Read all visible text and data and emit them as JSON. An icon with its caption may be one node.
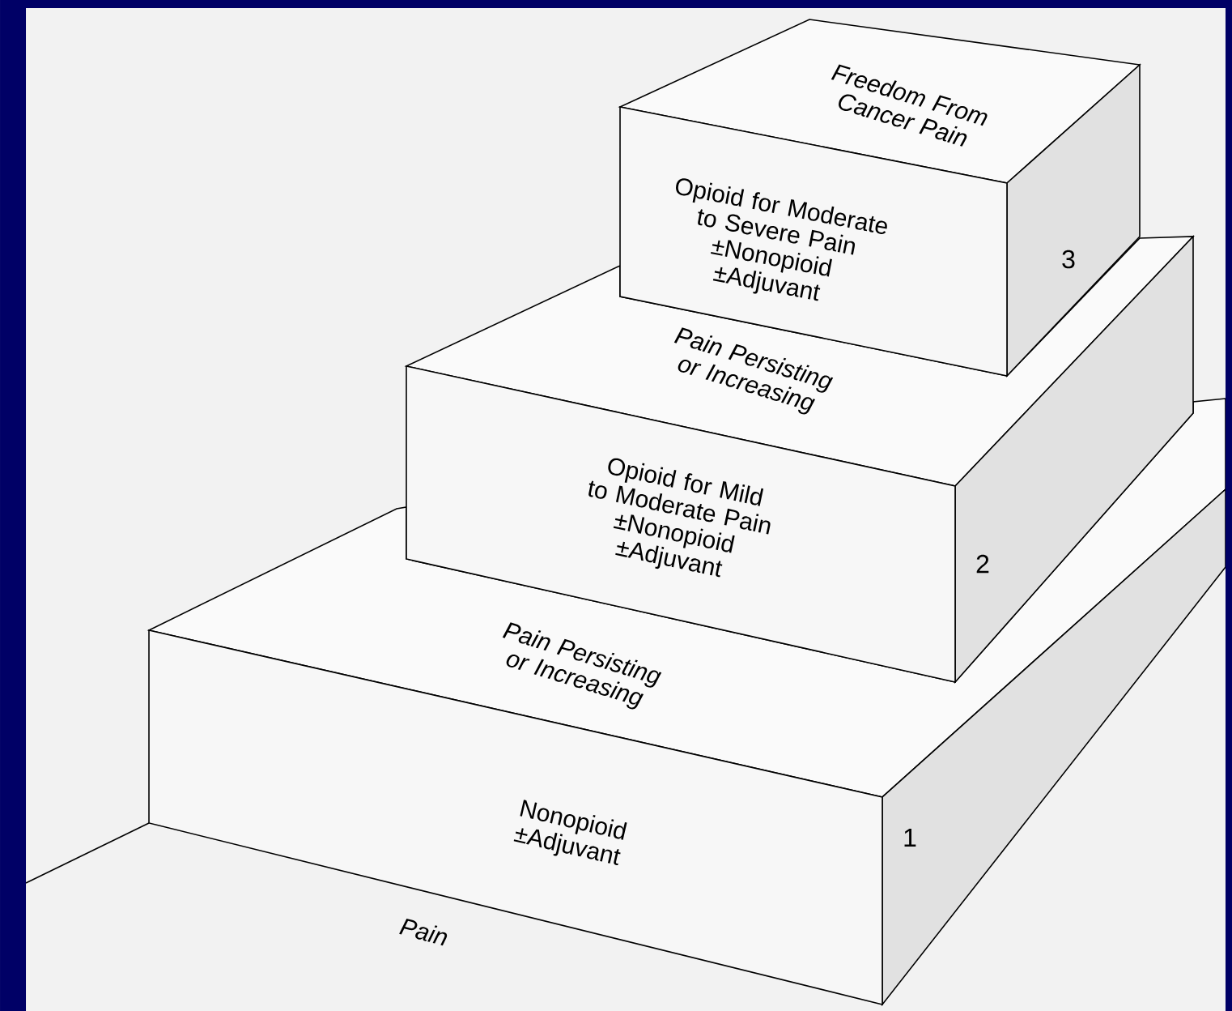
{
  "diagram": {
    "nodes": [
      {
        "text": [
          "Opioid for Moderate to Severe Pain ±Nonopioid ±Adjuvant",
          "3"
        ]
      },
      {
        "text": [
          "Opioid for Mild to Moderate Pain ±Nonopioid ±Adjuvant",
          "2"
        ]
      },
      {
        "text": [
          "Nonopioid ±Adjuvant",
          "1"
        ]
      }
    ],
    "labels": [
      "Freedom From Cancer Pain",
      "Pain Persisting or Increasing",
      "Pain Persisting or Increasing",
      "Pain"
    ]
  }
}
